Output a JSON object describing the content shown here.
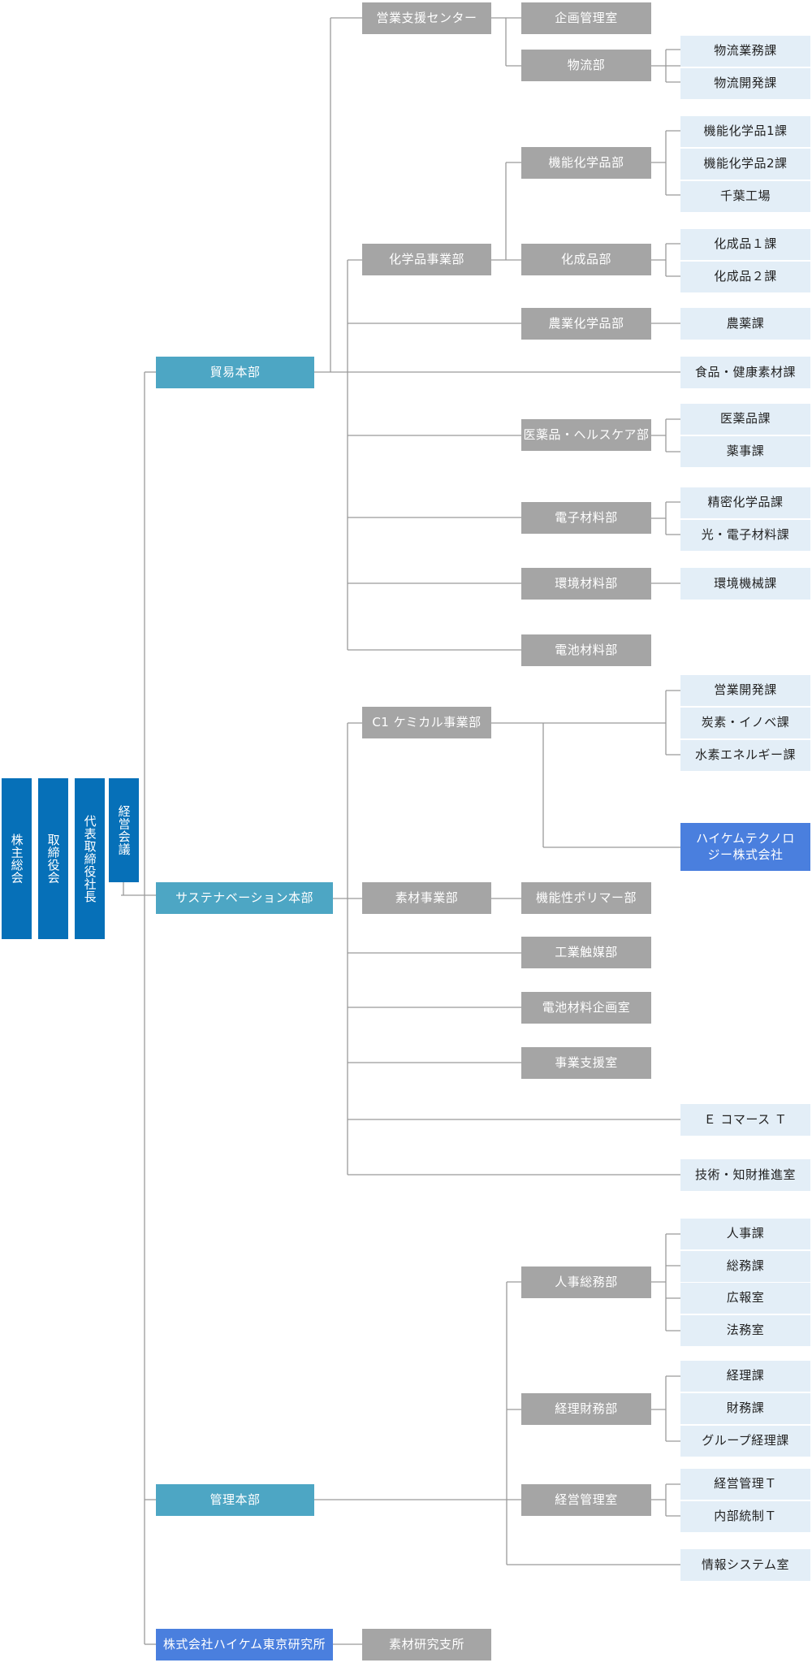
{
  "org": {
    "executive": {
      "shareholders": "株主総会",
      "board": "取締役会",
      "president": "代表取締役社長",
      "mgmt_council": "経営会議"
    },
    "trade": {
      "title": "貿易本部",
      "sales_support_center": "営業支援センター",
      "planning_office": "企画管理室",
      "logistics": "物流部",
      "logistics_ops": "物流業務課",
      "logistics_dev": "物流開発課",
      "chem_division": "化学品事業部",
      "func_chem_dept": "機能化学品部",
      "func_chem_1": "機能化学品1課",
      "func_chem_2": "機能化学品2課",
      "chiba_plant": "千葉工場",
      "synth_dept": "化成品部",
      "synth_1": "化成品１課",
      "synth_2": "化成品２課",
      "agri_dept": "農業化学品部",
      "agri_sec": "農薬課",
      "food_health": "食品・健康素材課",
      "pharma_dept": "医薬品・ヘルスケア部",
      "pharma_sec": "医薬品課",
      "regulatory": "薬事課",
      "electronic_dept": "電子材料部",
      "fine_chem": "精密化学品課",
      "opto_electronic": "光・電子材料課",
      "env_dept": "環境材料部",
      "env_machinery": "環境機械課",
      "battery_dept": "電池材料部"
    },
    "sustain": {
      "title": "サステナベーション本部",
      "c1_division": "C1 ケミカル事業部",
      "biz_dev": "営業開発課",
      "carbon_innov": "炭素・イノベ課",
      "hydrogen": "水素エネルギー課",
      "subsidiary_tech": "ハイケムテクノロジー株式会社",
      "materials_division": "素材事業部",
      "polymer_dept": "機能性ポリマー部",
      "catalyst_dept": "工業触媒部",
      "battery_planning": "電池材料企画室",
      "biz_support": "事業支援室",
      "ecommerce": "Ｅ コマース Ｔ",
      "tech_ip": "技術・知財推進室"
    },
    "admin": {
      "title": "管理本部",
      "hr_ga_dept": "人事総務部",
      "hr": "人事課",
      "general_affairs": "総務課",
      "pr": "広報室",
      "legal": "法務室",
      "accounting_dept": "経理財務部",
      "accounting": "経理課",
      "finance": "財務課",
      "group_accounting": "グループ経理課",
      "mgmt_office": "経営管理室",
      "mgmt_team": "経営管理Ｔ",
      "internal_control": "内部統制Ｔ",
      "it_office": "情報システム室"
    },
    "research": {
      "title": "株式会社ハイケム東京研究所",
      "materials_lab": "素材研究支所"
    }
  },
  "colors": {
    "executive": "#0670b8",
    "division": "#4da6c4",
    "subsidiary": "#4a7fde",
    "department": "#a5a5a5",
    "section": "#e3eef7",
    "connector": "#9a9a9a"
  }
}
